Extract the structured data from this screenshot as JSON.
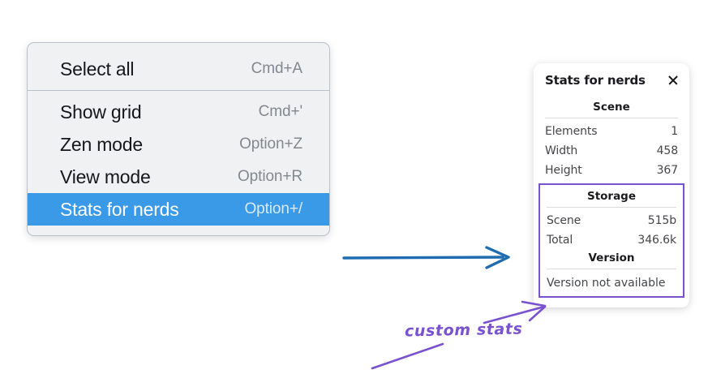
{
  "menu": {
    "groups": [
      {
        "items": [
          {
            "label": "Select all",
            "shortcut": "Cmd+A",
            "selected": false
          }
        ]
      },
      {
        "items": [
          {
            "label": "Show grid",
            "shortcut": "Cmd+'",
            "selected": false
          },
          {
            "label": "Zen mode",
            "shortcut": "Option+Z",
            "selected": false
          },
          {
            "label": "View mode",
            "shortcut": "Option+R",
            "selected": false
          },
          {
            "label": "Stats for nerds",
            "shortcut": "Option+/",
            "selected": true
          }
        ]
      }
    ],
    "selected_color": "#3b9ae8"
  },
  "stats_panel": {
    "title": "Stats for nerds",
    "close_icon": "close-icon",
    "sections": [
      {
        "heading": "Scene",
        "highlighted": false,
        "rows": [
          {
            "key": "Elements",
            "value": "1"
          },
          {
            "key": "Width",
            "value": "458"
          },
          {
            "key": "Height",
            "value": "367"
          }
        ]
      },
      {
        "heading": "Storage",
        "highlighted": true,
        "rows": [
          {
            "key": "Scene",
            "value": "515b"
          },
          {
            "key": "Total",
            "value": "346.6k"
          }
        ]
      },
      {
        "heading": "Version",
        "highlighted": true,
        "rows": [
          {
            "key": "Version not available",
            "value": ""
          }
        ]
      }
    ],
    "highlight_color": "#7a52cf"
  },
  "annotations": {
    "blue_arrow_color": "#1f6cb0",
    "purple_color": "#7a52cf",
    "caption": "custom stats"
  }
}
